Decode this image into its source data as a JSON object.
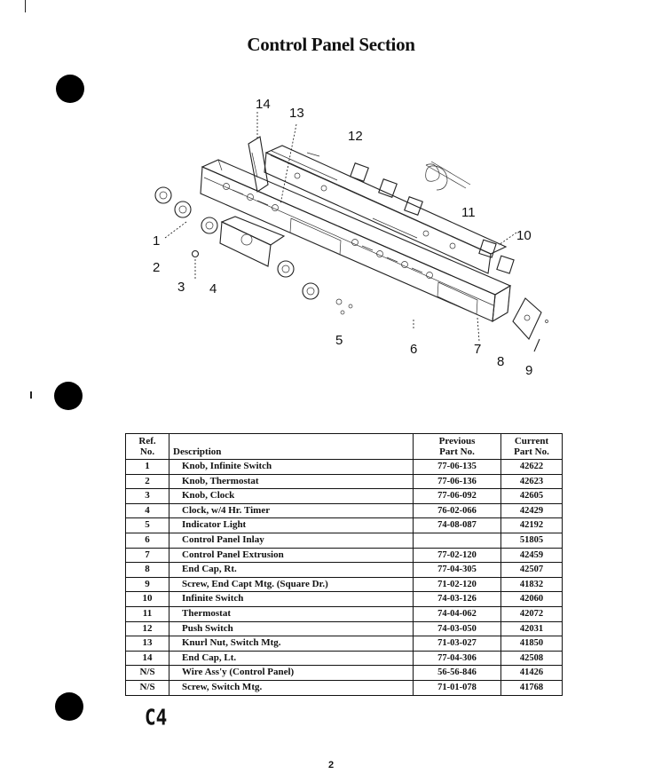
{
  "page": {
    "title": "Control Panel Section",
    "footer_code": "C4",
    "page_number": "2"
  },
  "diagram": {
    "callouts": [
      "1",
      "2",
      "3",
      "4",
      "5",
      "6",
      "7",
      "8",
      "9",
      "10",
      "11",
      "12",
      "13",
      "14"
    ]
  },
  "parts_table": {
    "headers": {
      "ref_line1": "Ref.",
      "ref_line2": "No.",
      "description": "Description",
      "previous_line1": "Previous",
      "previous_line2": "Part No.",
      "current_line1": "Current",
      "current_line2": "Part No."
    },
    "rows": [
      {
        "ref": "1",
        "description": "Knob, Infinite Switch",
        "previous": "77-06-135",
        "current": "42622"
      },
      {
        "ref": "2",
        "description": "Knob, Thermostat",
        "previous": "77-06-136",
        "current": "42623"
      },
      {
        "ref": "3",
        "description": "Knob, Clock",
        "previous": "77-06-092",
        "current": "42605"
      },
      {
        "ref": "4",
        "description": "Clock, w/4 Hr. Timer",
        "previous": "76-02-066",
        "current": "42429"
      },
      {
        "ref": "5",
        "description": "Indicator Light",
        "previous": "74-08-087",
        "current": "42192"
      },
      {
        "ref": "6",
        "description": "Control Panel Inlay",
        "previous": "",
        "current": "51805"
      },
      {
        "ref": "7",
        "description": "Control Panel Extrusion",
        "previous": "77-02-120",
        "current": "42459"
      },
      {
        "ref": "8",
        "description": "End Cap, Rt.",
        "previous": "77-04-305",
        "current": "42507"
      },
      {
        "ref": "9",
        "description": "Screw, End Capt Mtg. (Square Dr.)",
        "previous": "71-02-120",
        "current": "41832"
      },
      {
        "ref": "10",
        "description": "Infinite Switch",
        "previous": "74-03-126",
        "current": "42060"
      },
      {
        "ref": "11",
        "description": "Thermostat",
        "previous": "74-04-062",
        "current": "42072"
      },
      {
        "ref": "12",
        "description": "Push Switch",
        "previous": "74-03-050",
        "current": "42031"
      },
      {
        "ref": "13",
        "description": "Knurl Nut, Switch Mtg.",
        "previous": "71-03-027",
        "current": "41850"
      },
      {
        "ref": "14",
        "description": "End Cap, Lt.",
        "previous": "77-04-306",
        "current": "42508"
      },
      {
        "ref": "N/S",
        "description": "Wire Ass'y (Control Panel)",
        "previous": "56-56-846",
        "current": "41426"
      },
      {
        "ref": "N/S",
        "description": "Screw, Switch Mtg.",
        "previous": "71-01-078",
        "current": "41768"
      }
    ]
  }
}
